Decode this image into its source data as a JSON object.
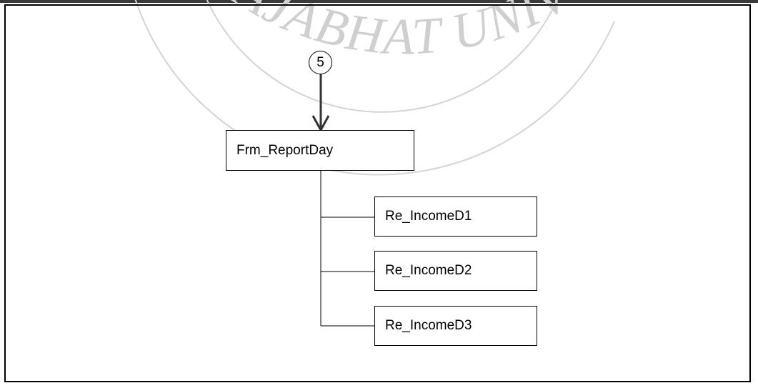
{
  "diagram": {
    "connector_number": "5",
    "root": {
      "label": "Frm_ReportDay"
    },
    "children": [
      {
        "label": "Re_IncomeD1"
      },
      {
        "label": "Re_IncomeD2"
      },
      {
        "label": "Re_IncomeD3"
      }
    ]
  },
  "watermark": {
    "text": "KHLA RAJABHAT UNIV",
    "color": "#cfcfcf"
  },
  "colors": {
    "line": "#000000",
    "arrow": "#333333",
    "background": "#ffffff"
  }
}
